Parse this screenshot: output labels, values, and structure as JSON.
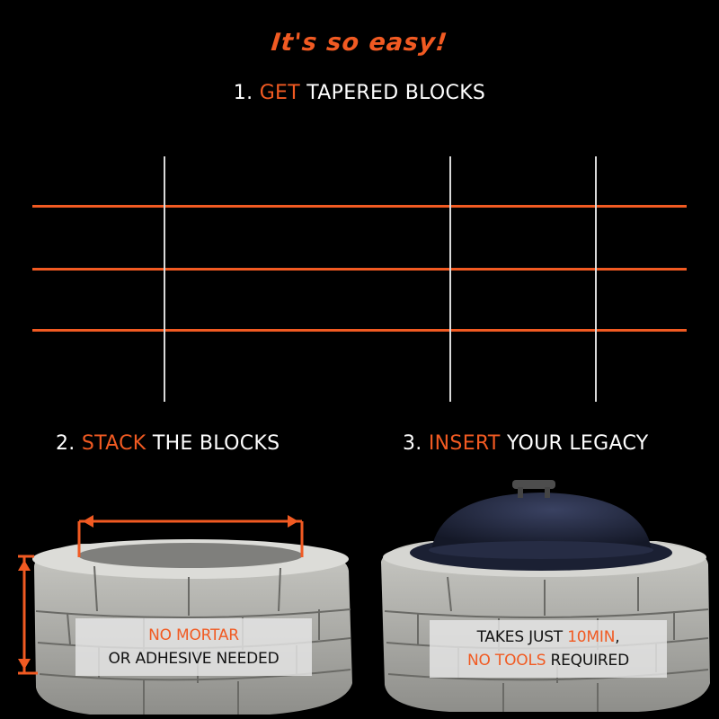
{
  "colors": {
    "background": "#000000",
    "accent": "#f15a22",
    "text": "#ffffff",
    "grid_vertical": "#d9d9d9",
    "stone": "#a8a8a4",
    "stone_dark": "#6f6f6c",
    "lid": "#1d2236",
    "label_bg": "#e6e6e6"
  },
  "tagline": "It's so easy!",
  "steps": [
    {
      "number": "1.",
      "highlight": "GET",
      "rest": "TAPERED BLOCKS"
    },
    {
      "number": "2.",
      "highlight": "STACK",
      "rest": "THE BLOCKS"
    },
    {
      "number": "3.",
      "highlight": "INSERT",
      "rest": "YOUR LEGACY"
    }
  ],
  "grid": {
    "horizontal_lines_y": [
      229,
      299,
      367
    ],
    "vertical_lines_x": [
      183,
      501,
      663
    ]
  },
  "images": {
    "left": {
      "description": "stacked stone fire pit ring with dimension arrows"
    },
    "right": {
      "description": "stone fire pit ring with dark blue dome lid"
    }
  },
  "labels": {
    "left": {
      "line1_highlight": "NO MORTAR",
      "line2": "OR ADHESIVE NEEDED"
    },
    "right": {
      "line1_prefix": "TAKES JUST ",
      "line1_highlight": "10MIN",
      "line1_suffix": ",",
      "line2_highlight": "NO TOOLS",
      "line2_suffix": " REQUIRED"
    }
  }
}
